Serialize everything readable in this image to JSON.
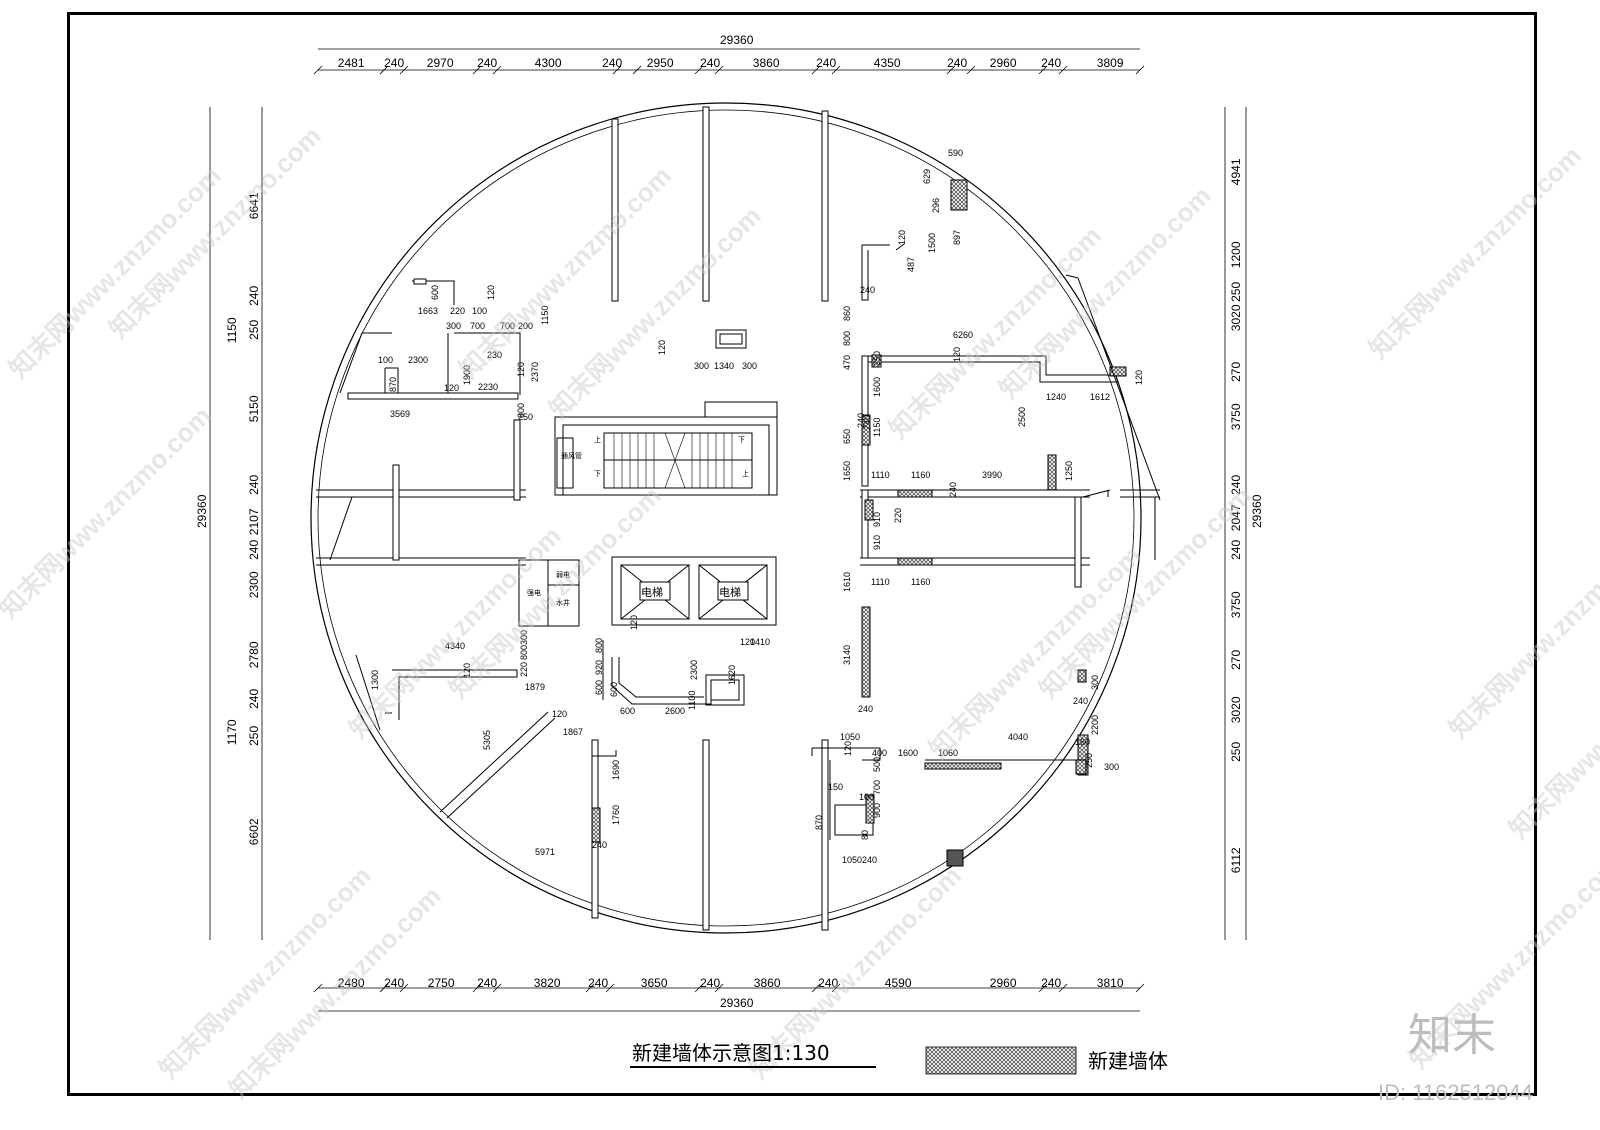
{
  "drawing": {
    "title": "新建墙体示意图1:130",
    "legend_label": "新建墙体",
    "brand_mark": "知末",
    "id_text": "ID: 1162512044",
    "watermark": "知末网www.znzmo.com"
  },
  "dims": {
    "top_total": "29360",
    "top": [
      "2481",
      "240",
      "2970",
      "240",
      "4300",
      "240",
      "2950",
      "240",
      "3860",
      "240",
      "4350",
      "240",
      "2960",
      "240",
      "3809"
    ],
    "bottom_total": "29360",
    "bottom": [
      "2480",
      "240",
      "2750",
      "240",
      "3820",
      "240",
      "3650",
      "240",
      "3860",
      "240",
      "4590",
      "2960",
      "240",
      "3810"
    ],
    "left_total": "29360",
    "left": [
      "6641",
      "240",
      "1150",
      "250",
      "5150",
      "240",
      "2107",
      "240",
      "2300",
      "2780",
      "240",
      "1170",
      "250",
      "6602"
    ],
    "right_total": "29360",
    "right": [
      "4941",
      "1200",
      "250",
      "3020",
      "270",
      "3750",
      "240",
      "2047",
      "240",
      "3750",
      "270",
      "3020",
      "250",
      "6112"
    ]
  },
  "interior_dims": {
    "upper_left": [
      "1663",
      "220",
      "100",
      "120",
      "600",
      "300",
      "700",
      "700",
      "200",
      "1150",
      "100",
      "2300",
      "870",
      "1900",
      "230",
      "120",
      "2230",
      "120",
      "2370",
      "3569",
      "800",
      "250"
    ],
    "top_center": [
      "120",
      "300",
      "1340",
      "300"
    ],
    "upper_right": [
      "590",
      "629",
      "296",
      "120",
      "487",
      "1500",
      "897",
      "240",
      "860",
      "6260",
      "470",
      "800",
      "250",
      "120",
      "1600",
      "1240",
      "1612",
      "120",
      "2500",
      "1150",
      "650",
      "240",
      "240",
      "1650",
      "1110",
      "1160",
      "3990",
      "1250",
      "240",
      "910",
      "220",
      "910",
      "1610",
      "1110",
      "1160",
      "3140",
      "240"
    ],
    "lower_left": [
      "4340",
      "120",
      "1300",
      "220",
      "800",
      "300",
      "1879",
      "120",
      "1867",
      "5305",
      "5971",
      "1690",
      "1760",
      "240"
    ],
    "lower_center": [
      "800",
      "120",
      "120",
      "1410",
      "600",
      "920",
      "600",
      "2300",
      "1620",
      "1100",
      "600",
      "2600"
    ],
    "lower_right": [
      "1050",
      "120",
      "400",
      "1600",
      "1060",
      "4040",
      "160",
      "2200",
      "300",
      "240",
      "250",
      "300",
      "150",
      "100",
      "500",
      "700",
      "870",
      "900",
      "80",
      "1050",
      "240"
    ]
  },
  "rooms": {
    "elevator_1": "电梯",
    "elevator_2": "电梯",
    "vent": "通风管",
    "strong_elec": "强电",
    "weak_elec": "弱电",
    "water_well": "水井",
    "up_1": "上",
    "up_2": "上",
    "down_1": "下",
    "down_2": "下"
  },
  "colors": {
    "line": "#000000",
    "hatch": "#555555",
    "watermark": "#c8c8c8"
  }
}
